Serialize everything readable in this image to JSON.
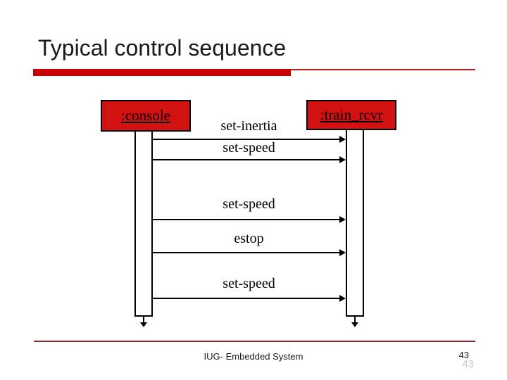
{
  "slide": {
    "title": "Typical control sequence",
    "footer_text": "IUG- Embedded System",
    "page_number": "43",
    "page_number_ghost": "43"
  },
  "colors": {
    "accent_bar_red": "#c90000",
    "thin_rule_red": "#b22222",
    "object_box_red": "#d41111",
    "footer_rule_maroon": "#7a3434",
    "ghost_number_gray": "#c8c8c8",
    "text_black": "#000000"
  },
  "diagram": {
    "type": "uml-sequence",
    "lifelines": [
      {
        "label": ":console"
      },
      {
        "label": ":train_rcvr"
      }
    ],
    "messages": [
      {
        "label": "set-inertia",
        "from": ":console",
        "to": ":train_rcvr"
      },
      {
        "label": "set-speed",
        "from": ":console",
        "to": ":train_rcvr"
      },
      {
        "label": "set-speed",
        "from": ":console",
        "to": ":train_rcvr"
      },
      {
        "label": "estop",
        "from": ":console",
        "to": ":train_rcvr"
      },
      {
        "label": "set-speed",
        "from": ":console",
        "to": ":train_rcvr"
      }
    ]
  }
}
